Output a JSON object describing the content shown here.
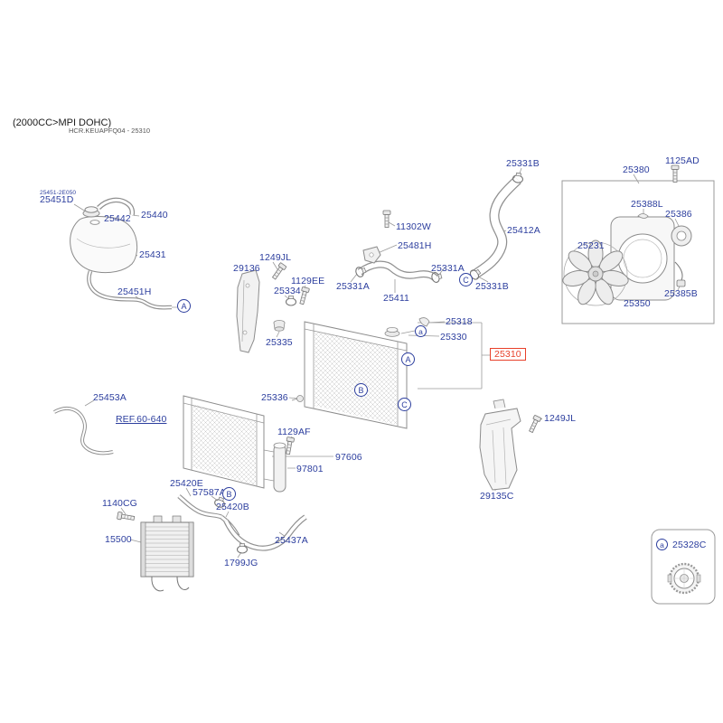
{
  "meta": {
    "title": "(2000CC>MPI DOHC)",
    "code": "HCR.KEUAPFQ04 - 25310"
  },
  "colors": {
    "label": "#2c3e9e",
    "highlight": "#e8402a",
    "line": "#8c8c8c"
  },
  "parts": {
    "p25451_sub": "25451-2E050",
    "p25451d": "25451D",
    "p25442": "25442",
    "p25440": "25440",
    "p25431": "25431",
    "p25451h": "25451H",
    "p1249jl_a": "1249JL",
    "p29136": "29136",
    "p1129ee": "1129EE",
    "p25334": "25334",
    "p25331a_1": "25331A",
    "p25335": "25335",
    "p11302w": "11302W",
    "p25481h": "25481H",
    "p25411": "25411",
    "p25331b_1": "25331B",
    "p25412a": "25412A",
    "p25331a_2": "25331A",
    "p25331b_2": "25331B",
    "p25318": "25318",
    "p25330": "25330",
    "p25310": "25310",
    "p25336": "25336",
    "p1125ad": "1125AD",
    "p25380": "25380",
    "p25388l": "25388L",
    "p25386": "25386",
    "p25231": "25231",
    "p25385b": "25385B",
    "p25350": "25350",
    "p25453a": "25453A",
    "ref_60_640": "REF.60-640",
    "p1129af": "1129AF",
    "p97801": "97801",
    "p97606": "97606",
    "p25420e": "25420E",
    "p57587a": "57587A",
    "p25420b": "25420B",
    "p1140cg": "1140CG",
    "p15500": "15500",
    "p25437a": "25437A",
    "p1799jg": "1799JG",
    "p1249jl_b": "1249JL",
    "p29135c": "29135C",
    "p25328c": "25328C"
  },
  "markers": {
    "m_a1": "A",
    "m_c1": "C",
    "m_a_small": "a",
    "m_a2": "A",
    "m_b1": "B",
    "m_c2": "C",
    "m_b2": "B",
    "m_legend_a": "a"
  }
}
